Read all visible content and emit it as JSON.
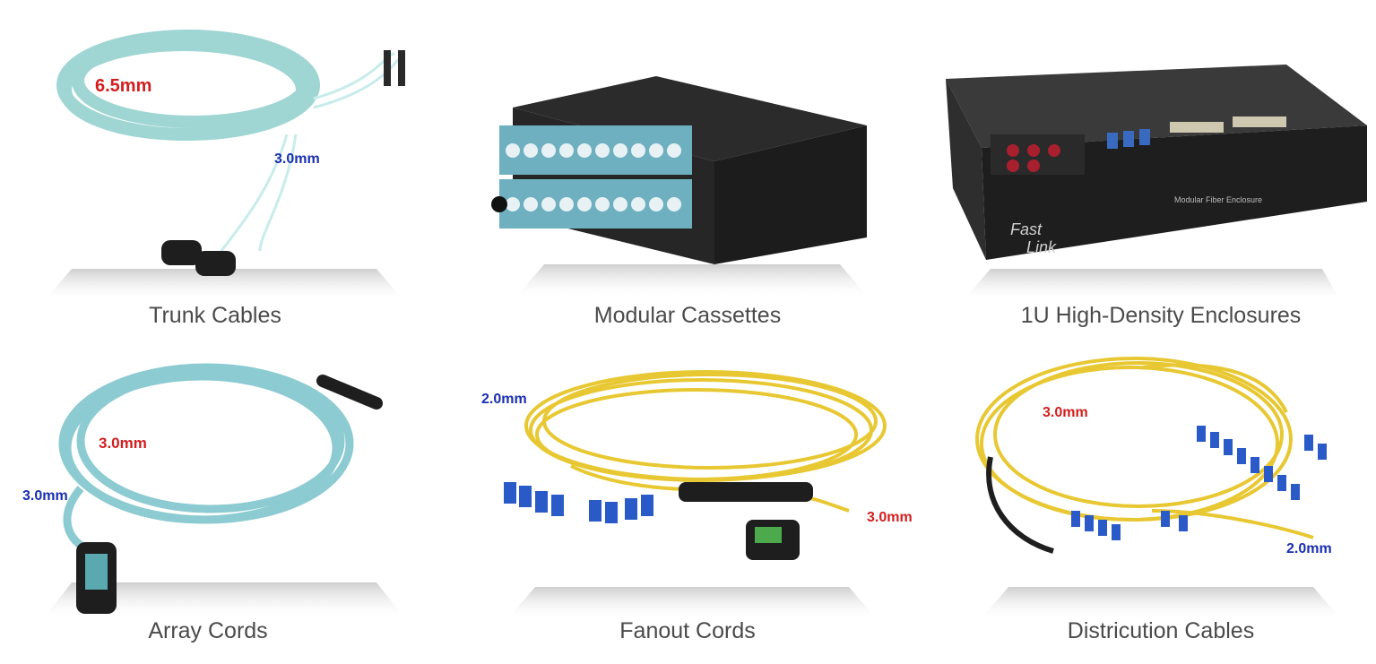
{
  "products": [
    {
      "name": "Trunk Cables",
      "labels": [
        "6.5mm",
        "3.0mm"
      ],
      "icon": "trunk-cable-icon"
    },
    {
      "name": "Modular Cassettes",
      "labels": [],
      "icon": "cassette-icon"
    },
    {
      "name": "1U High-Density Enclosures",
      "labels": [
        "Fast",
        "Link",
        "Modular Fiber Enclosure"
      ],
      "icon": "enclosure-icon"
    },
    {
      "name": "Array Cords",
      "labels": [
        "3.0mm",
        "3.0mm"
      ],
      "icon": "array-cord-icon"
    },
    {
      "name": "Fanout Cords",
      "labels": [
        "2.0mm",
        "3.0mm"
      ],
      "icon": "fanout-cord-icon"
    },
    {
      "name": "Districution Cables",
      "labels": [
        "3.0mm",
        "2.0mm"
      ],
      "icon": "distribution-cable-icon"
    }
  ],
  "colors": {
    "aqua": "#8fcfcf",
    "yellow": "#e8c832",
    "blue_label": "#1a2fb0",
    "red_label": "#d21e1e",
    "caption": "#4a4a4a"
  }
}
